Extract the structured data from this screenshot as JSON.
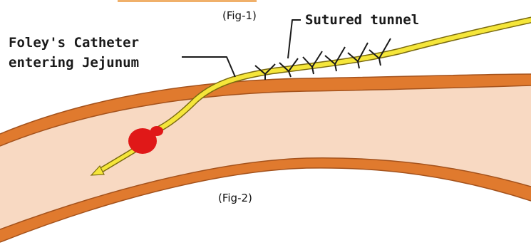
{
  "labels": {
    "fig1": "(Fig-1)",
    "fig2": "(Fig-2)",
    "sutured_tunnel": "Sutured tunnel",
    "foley_line1": "Foley's Catheter",
    "foley_line2": "entering Jejunum"
  },
  "colors": {
    "intestine_wall": "#e07a2e",
    "intestine_wall_dark": "#a4521c",
    "lumen": "#f8d9c2",
    "catheter": "#f5e63a",
    "catheter_outline": "#7a6a10",
    "balloon": "#e01818",
    "annotation": "#1a1a1a",
    "top_strip": "#f0b06a"
  }
}
